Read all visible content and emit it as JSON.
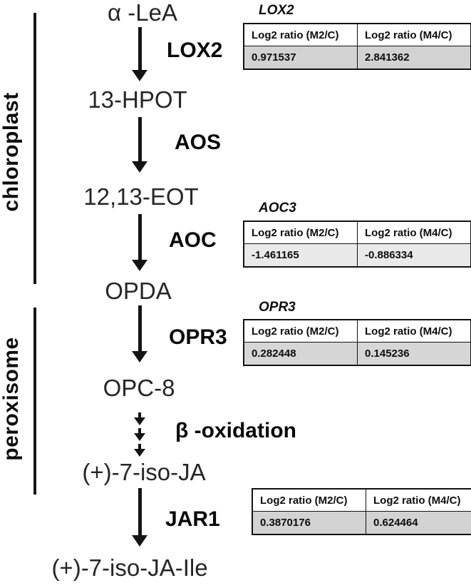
{
  "figure": {
    "type": "metabolic-pathway-diagram",
    "compartments": [
      {
        "label": "chloroplast"
      },
      {
        "label": "peroxisome"
      }
    ],
    "nodes": [
      {
        "label": "α -LeA"
      },
      {
        "label": "13-HPOT"
      },
      {
        "label": "12,13-EOT"
      },
      {
        "label": "OPDA"
      },
      {
        "label": "OPC-8"
      },
      {
        "label": "(+)-7-iso-JA"
      },
      {
        "label": "(+)-7-iso-JA-Ile"
      }
    ],
    "enzymes": [
      {
        "label": "LOX2"
      },
      {
        "label": "AOS"
      },
      {
        "label": "AOC"
      },
      {
        "label": "OPR3"
      },
      {
        "label": "β -oxidation"
      },
      {
        "label": "JAR1"
      }
    ]
  },
  "tables": [
    {
      "title": "LOX2",
      "headers": [
        "Log2 ratio (M2/C)",
        "Log2 ratio (M4/C)"
      ],
      "values": [
        "0.971537",
        "2.841362"
      ],
      "row_bg": "#d2d2d2"
    },
    {
      "title": "AOC3",
      "headers": [
        "Log2 ratio (M2/C)",
        "Log2 ratio (M4/C)"
      ],
      "values": [
        "-1.461165",
        "-0.886334"
      ],
      "row_bg": "#e9e9e9"
    },
    {
      "title": "OPR3",
      "headers": [
        "Log2 ratio (M2/C)",
        "Log2 ratio (M4/C)"
      ],
      "values": [
        "0.282448",
        "0.145236"
      ],
      "row_bg": "#d6d6d6"
    },
    {
      "title": "",
      "headers": [
        "Log2 ratio (M2/C)",
        "Log2 ratio (M4/C)"
      ],
      "values": [
        "0.3870176",
        "0.624464"
      ],
      "row_bg": "#d2d2d2"
    }
  ],
  "colors": {
    "background": "#ffffff",
    "line": "#141414",
    "text": "#0d0d0d",
    "table_border": "#111111",
    "table_header_bg": "#ffffff"
  }
}
